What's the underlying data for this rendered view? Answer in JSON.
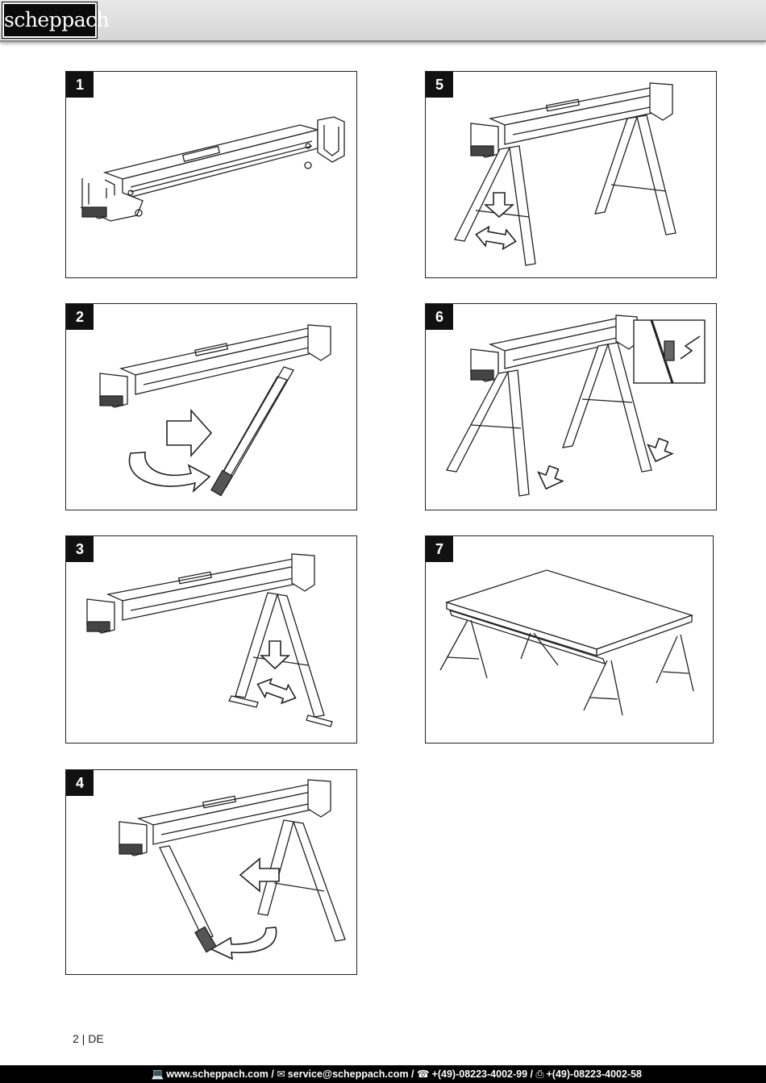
{
  "header": {
    "brand": "scheppach"
  },
  "panels": [
    {
      "number": "1"
    },
    {
      "number": "2"
    },
    {
      "number": "3"
    },
    {
      "number": "4"
    },
    {
      "number": "5"
    },
    {
      "number": "6"
    },
    {
      "number": "7"
    }
  ],
  "page_label": "2 | DE",
  "footer": {
    "website": "www.scheppach.com",
    "email": "service@scheppach.com",
    "phone": "+(49)-08223-4002-99",
    "fax": "+(49)-08223-4002-58",
    "separator": " / ",
    "icons": [
      "computer-icon",
      "mail-icon",
      "phone-icon",
      "fax-icon"
    ]
  }
}
